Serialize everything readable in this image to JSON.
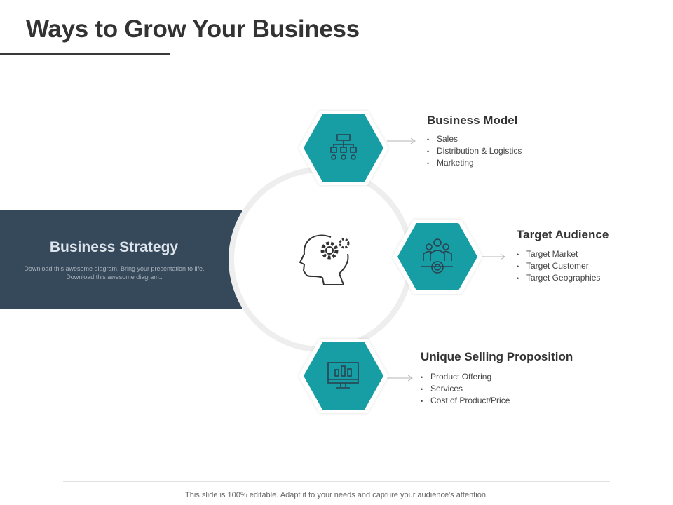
{
  "title": "Ways to Grow Your Business",
  "strategy": {
    "title": "Business Strategy",
    "description": "Download this awesome diagram. Bring your presentation to life. Download this awesome diagram.."
  },
  "colors": {
    "hex": "#139ea4",
    "dark": "#36495a"
  },
  "items": [
    {
      "icon": "hierarchy-icon",
      "title": "Business Model",
      "bullets": [
        "Sales",
        "Distribution & Logistics",
        "Marketing"
      ]
    },
    {
      "icon": "target-audience-icon",
      "title": "Target Audience",
      "bullets": [
        "Target Market",
        "Target Customer",
        "Target Geographies"
      ]
    },
    {
      "icon": "monitor-chart-icon",
      "title": "Unique Selling Proposition",
      "bullets": [
        "Product Offering",
        "Services",
        "Cost of Product/Price"
      ]
    }
  ],
  "footer": "This slide is 100% editable. Adapt it to your needs and capture your audience's attention."
}
